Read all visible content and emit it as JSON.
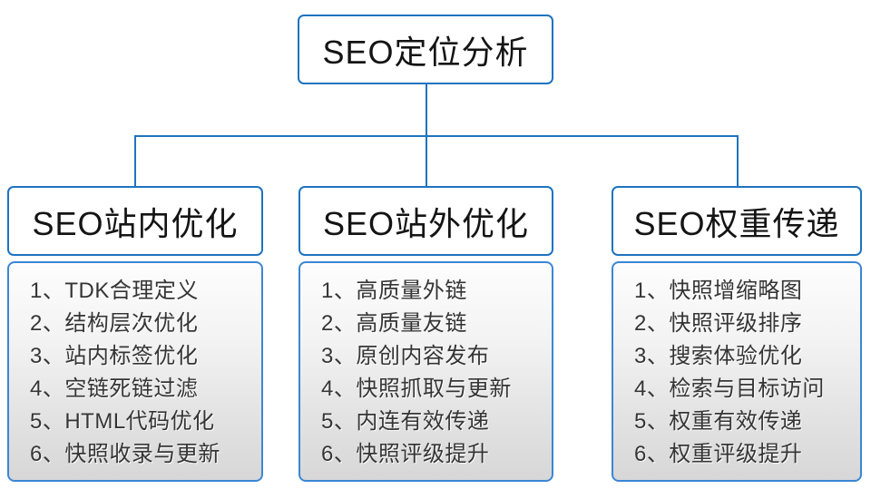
{
  "diagram": {
    "root": {
      "title": "SEO定位分析"
    },
    "branches": [
      {
        "title": "SEO站内优化",
        "items": [
          "1、TDK合理定义",
          "2、结构层次优化",
          "3、站内标签优化",
          "4、空链死链过滤",
          "5、HTML代码优化",
          "6、快照收录与更新"
        ]
      },
      {
        "title": "SEO站外优化",
        "items": [
          "1、高质量外链",
          "2、高质量友链",
          "3、原创内容发布",
          "4、快照抓取与更新",
          "5、内连有效传递",
          "6、快照评级提升"
        ]
      },
      {
        "title": "SEO权重传递",
        "items": [
          "1、快照增缩略图",
          "2、快照评级排序",
          "3、搜索体验优化",
          "4、检索与目标访问",
          "5、权重有效传递",
          "6、权重评级提升"
        ]
      }
    ],
    "colors": {
      "node_border": "#1e74c0",
      "panel_border": "#3b86d4",
      "connector": "#1e74c0",
      "panel_gradient_top": "#fdfdfd",
      "panel_gradient_bottom": "#d7d7d7",
      "text": "#353535"
    }
  }
}
